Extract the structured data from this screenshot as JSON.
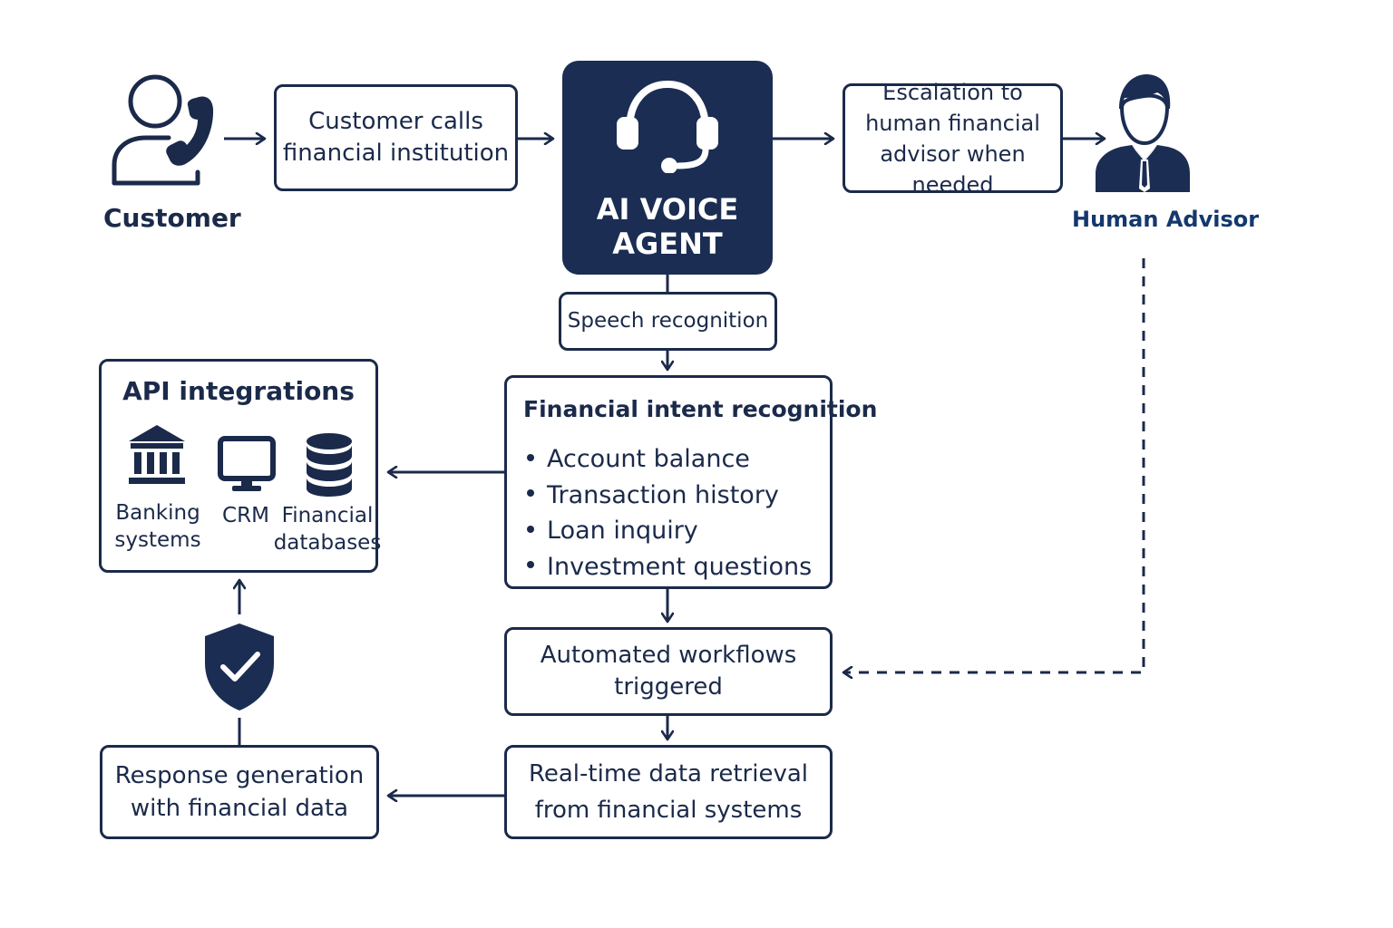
{
  "colors": {
    "navy": "#1b2a4a",
    "agent_fill": "#1b2d52",
    "advisor_label": "#14386e",
    "background": "#ffffff"
  },
  "customer": {
    "label": "Customer",
    "icon": "customer-phone-icon"
  },
  "steps": {
    "calls": "Customer calls\nfinancial institution",
    "escalation": "Escalation to\nhuman financial\nadvisor when needed",
    "speech": "Speech recognition",
    "workflows": "Automated workflows\ntriggered",
    "retrieval": "Real-time data retrieval\nfrom financial systems",
    "response": "Response generation\nwith financial data"
  },
  "agent": {
    "title": "AI VOICE\nAGENT",
    "icon": "headset-icon"
  },
  "advisor": {
    "label": "Human Advisor",
    "icon": "advisor-person-icon"
  },
  "intent": {
    "title": "Financial intent recognition",
    "items": [
      "Account balance",
      "Transaction history",
      "Loan inquiry",
      "Investment questions"
    ]
  },
  "api": {
    "title": "API integrations",
    "items": [
      {
        "label": "Banking\nsystems",
        "icon": "bank-icon"
      },
      {
        "label": "CRM",
        "icon": "monitor-icon"
      },
      {
        "label": "Financial\ndatabases",
        "icon": "database-icon"
      }
    ]
  },
  "security": {
    "icon": "shield-check-icon"
  }
}
